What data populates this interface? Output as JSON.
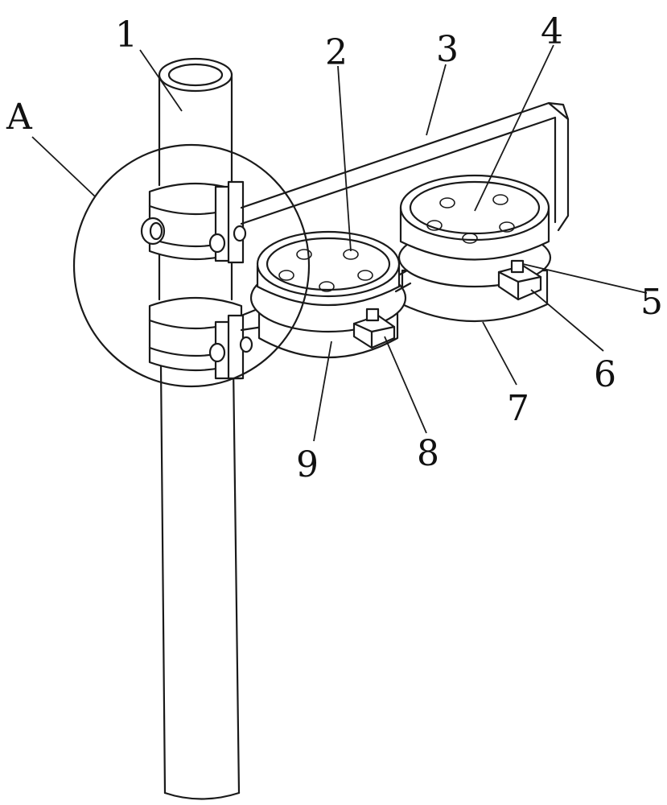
{
  "labels": {
    "pole": "1",
    "hole": "2",
    "arm": "3",
    "reel_top": "4",
    "bolt": "5",
    "clamp_block": "6",
    "reel_housing": "7",
    "clamp_block_front": "8",
    "ring": "9",
    "detail": "A"
  },
  "colors": {
    "line": "#1a1a1a",
    "background": "#ffffff"
  }
}
